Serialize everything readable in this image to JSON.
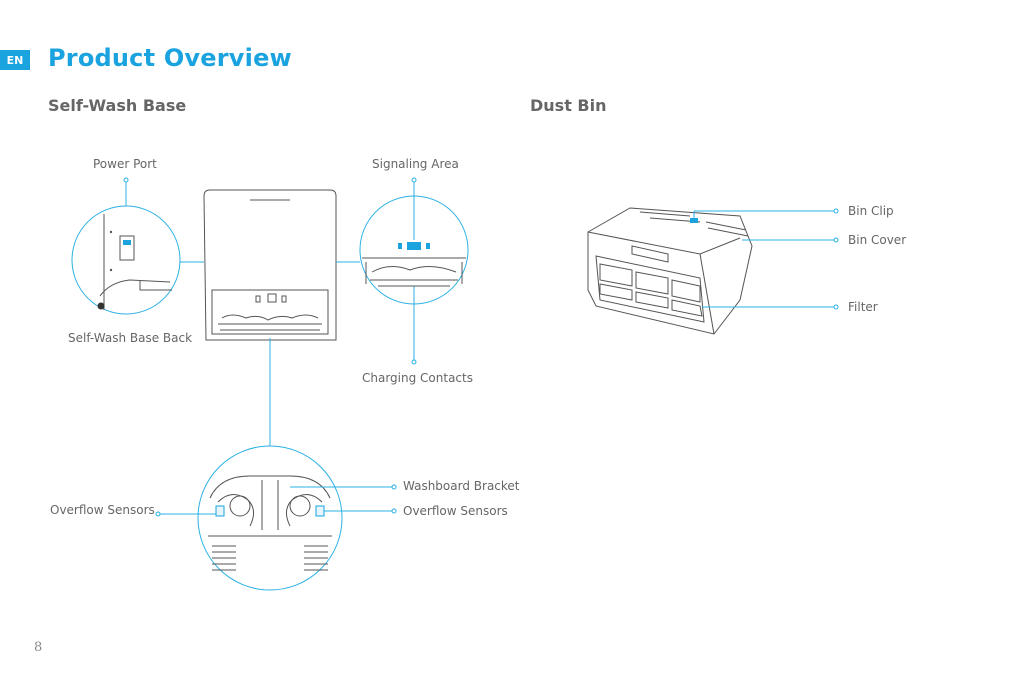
{
  "header": {
    "lang_badge": "EN",
    "title": "Product Overview"
  },
  "sections": {
    "self_wash_base": "Self-Wash Base",
    "dust_bin": "Dust Bin"
  },
  "labels": {
    "power_port": "Power Port",
    "signaling_area": "Signaling Area",
    "self_wash_base_back": "Self-Wash Base Back",
    "charging_contacts": "Charging Contacts",
    "washboard_bracket": "Washboard Bracket",
    "overflow_sensors_left": "Overflow Sensors",
    "overflow_sensors_right": "Overflow Sensors",
    "bin_clip": "Bin Clip",
    "bin_cover": "Bin Cover",
    "filter": "Filter"
  },
  "colors": {
    "accent": "#1aa3df",
    "line": "#555555"
  },
  "footer": {
    "page_number": "8"
  }
}
